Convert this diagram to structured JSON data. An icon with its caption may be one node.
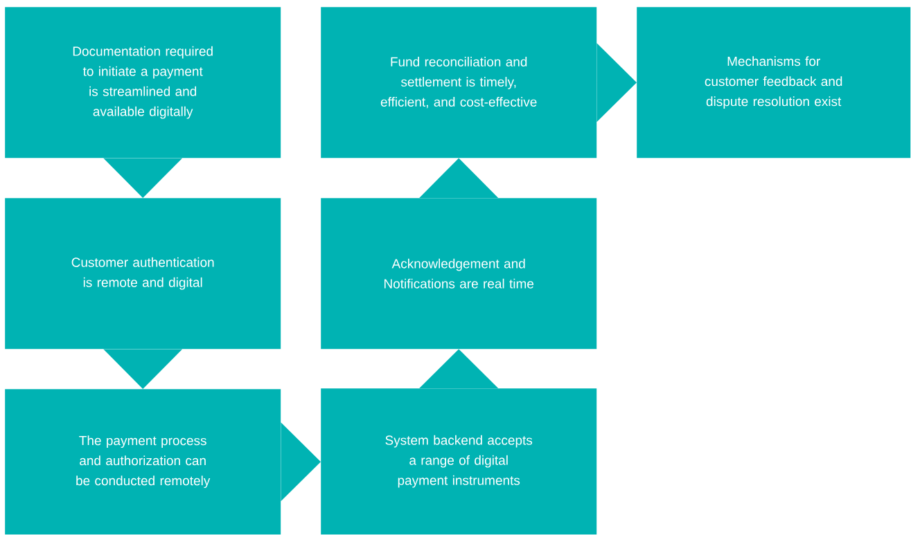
{
  "diagram": {
    "nodes": [
      {
        "text": [
          "Documentation required to initiate a payment is streamlined and available digitally"
        ]
      },
      {
        "text": [
          "Customer authentication is remote and digital"
        ]
      },
      {
        "text": [
          "The payment process and authorization can be conducted remotely"
        ]
      },
      {
        "text": [
          "System backend accepts a range of digital payment instruments"
        ]
      },
      {
        "text": [
          "Acknowledgement and Notifications are real time"
        ]
      },
      {
        "text": [
          "Fund reconciliation and settlement is timely, efficient, and cost-effective"
        ]
      },
      {
        "text": [
          "Mechanisms for customer feedback and dispute resolution exist"
        ]
      }
    ],
    "edges": [
      {
        "from": 0,
        "to": 1,
        "arrow": "to"
      },
      {
        "from": 1,
        "to": 2,
        "arrow": "to"
      },
      {
        "from": 2,
        "to": 3,
        "arrow": "to"
      },
      {
        "from": 3,
        "to": 4,
        "arrow": "to"
      },
      {
        "from": 4,
        "to": 5,
        "arrow": "to"
      },
      {
        "from": 5,
        "to": 6,
        "arrow": "to"
      }
    ]
  }
}
